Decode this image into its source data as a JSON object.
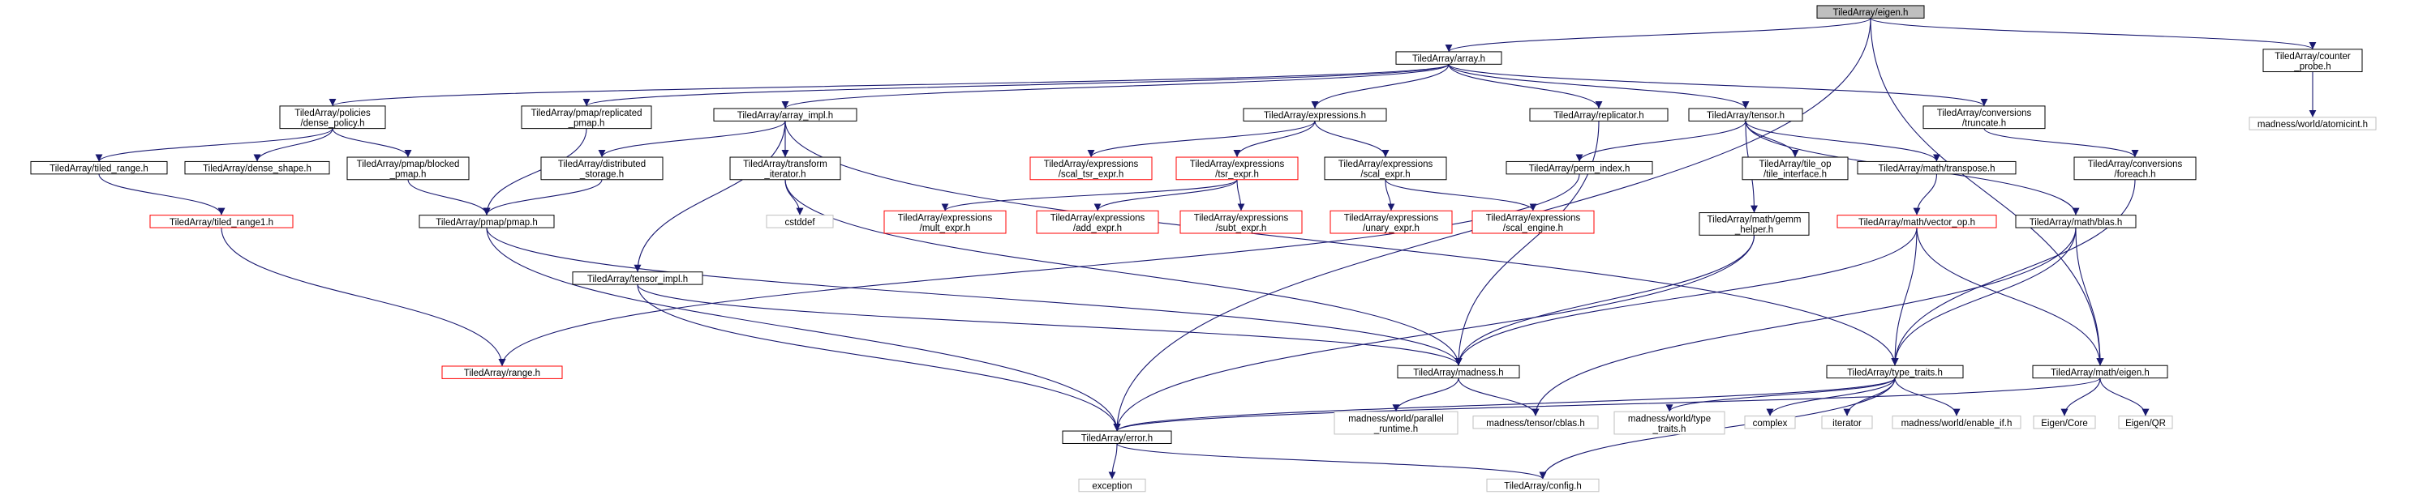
{
  "colors": {
    "background": "#ffffff",
    "edge": "#191970",
    "node_border_normal": "#000000",
    "node_border_missing": "#ff0000",
    "node_border_external": "#bfbfbf",
    "root_fill": "#bfbfbf"
  },
  "nodes": [
    {
      "id": "eigen_h",
      "lines": [
        "TiledArray/eigen.h"
      ],
      "kind": "root"
    },
    {
      "id": "array_h",
      "lines": [
        "TiledArray/array.h"
      ],
      "kind": "normal"
    },
    {
      "id": "counter_probe",
      "lines": [
        "TiledArray/counter",
        "_probe.h"
      ],
      "kind": "normal"
    },
    {
      "id": "atomicint",
      "lines": [
        "madness/world/atomicint.h"
      ],
      "kind": "external"
    },
    {
      "id": "dense_policy",
      "lines": [
        "TiledArray/policies",
        "/dense_policy.h"
      ],
      "kind": "normal"
    },
    {
      "id": "pmap_replicated",
      "lines": [
        "TiledArray/pmap/replicated",
        "_pmap.h"
      ],
      "kind": "normal"
    },
    {
      "id": "array_impl",
      "lines": [
        "TiledArray/array_impl.h"
      ],
      "kind": "normal"
    },
    {
      "id": "expressions_h",
      "lines": [
        "TiledArray/expressions.h"
      ],
      "kind": "normal"
    },
    {
      "id": "replicator",
      "lines": [
        "TiledArray/replicator.h"
      ],
      "kind": "normal"
    },
    {
      "id": "tensor_h",
      "lines": [
        "TiledArray/tensor.h"
      ],
      "kind": "normal"
    },
    {
      "id": "conv_truncate",
      "lines": [
        "TiledArray/conversions",
        "/truncate.h"
      ],
      "kind": "normal"
    },
    {
      "id": "tiled_range",
      "lines": [
        "TiledArray/tiled_range.h"
      ],
      "kind": "normal"
    },
    {
      "id": "dense_shape",
      "lines": [
        "TiledArray/dense_shape.h"
      ],
      "kind": "normal"
    },
    {
      "id": "pmap_blocked",
      "lines": [
        "TiledArray/pmap/blocked",
        "_pmap.h"
      ],
      "kind": "normal"
    },
    {
      "id": "dist_storage",
      "lines": [
        "TiledArray/distributed",
        "_storage.h"
      ],
      "kind": "normal"
    },
    {
      "id": "transform_iter",
      "lines": [
        "TiledArray/transform",
        "_iterator.h"
      ],
      "kind": "normal"
    },
    {
      "id": "scal_tsr_expr",
      "lines": [
        "TiledArray/expressions",
        "/scal_tsr_expr.h"
      ],
      "kind": "missing"
    },
    {
      "id": "tsr_expr",
      "lines": [
        "TiledArray/expressions",
        "/tsr_expr.h"
      ],
      "kind": "missing"
    },
    {
      "id": "scal_expr",
      "lines": [
        "TiledArray/expressions",
        "/scal_expr.h"
      ],
      "kind": "normal"
    },
    {
      "id": "perm_index",
      "lines": [
        "TiledArray/perm_index.h"
      ],
      "kind": "normal"
    },
    {
      "id": "tile_interface",
      "lines": [
        "TiledArray/tile_op",
        "/tile_interface.h"
      ],
      "kind": "normal"
    },
    {
      "id": "math_transpose",
      "lines": [
        "TiledArray/math/transpose.h"
      ],
      "kind": "normal"
    },
    {
      "id": "conv_foreach",
      "lines": [
        "TiledArray/conversions",
        "/foreach.h"
      ],
      "kind": "normal"
    },
    {
      "id": "tiled_range1",
      "lines": [
        "TiledArray/tiled_range1.h"
      ],
      "kind": "missing"
    },
    {
      "id": "pmap_pmap",
      "lines": [
        "TiledArray/pmap/pmap.h"
      ],
      "kind": "normal"
    },
    {
      "id": "cstddef",
      "lines": [
        "cstddef"
      ],
      "kind": "external"
    },
    {
      "id": "mult_expr",
      "lines": [
        "TiledArray/expressions",
        "/mult_expr.h"
      ],
      "kind": "missing"
    },
    {
      "id": "add_expr",
      "lines": [
        "TiledArray/expressions",
        "/add_expr.h"
      ],
      "kind": "missing"
    },
    {
      "id": "subt_expr",
      "lines": [
        "TiledArray/expressions",
        "/subt_expr.h"
      ],
      "kind": "missing"
    },
    {
      "id": "unary_expr",
      "lines": [
        "TiledArray/expressions",
        "/unary_expr.h"
      ],
      "kind": "missing"
    },
    {
      "id": "scal_engine",
      "lines": [
        "TiledArray/expressions",
        "/scal_engine.h"
      ],
      "kind": "missing"
    },
    {
      "id": "math_gemm",
      "lines": [
        "TiledArray/math/gemm",
        "_helper.h"
      ],
      "kind": "normal"
    },
    {
      "id": "vector_op",
      "lines": [
        "TiledArray/math/vector_op.h"
      ],
      "kind": "missing"
    },
    {
      "id": "math_blas",
      "lines": [
        "TiledArray/math/blas.h"
      ],
      "kind": "normal"
    },
    {
      "id": "tensor_impl",
      "lines": [
        "TiledArray/tensor_impl.h"
      ],
      "kind": "normal"
    },
    {
      "id": "range_h",
      "lines": [
        "TiledArray/range.h"
      ],
      "kind": "missing"
    },
    {
      "id": "madness_h",
      "lines": [
        "TiledArray/madness.h"
      ],
      "kind": "normal"
    },
    {
      "id": "type_traits",
      "lines": [
        "TiledArray/type_traits.h"
      ],
      "kind": "normal"
    },
    {
      "id": "math_eigen",
      "lines": [
        "TiledArray/math/eigen.h"
      ],
      "kind": "normal"
    },
    {
      "id": "error_h",
      "lines": [
        "TiledArray/error.h"
      ],
      "kind": "normal"
    },
    {
      "id": "parallel_runtime",
      "lines": [
        "madness/world/parallel",
        "_runtime.h"
      ],
      "kind": "external"
    },
    {
      "id": "cblas",
      "lines": [
        "madness/tensor/cblas.h"
      ],
      "kind": "external"
    },
    {
      "id": "world_type_traits",
      "lines": [
        "madness/world/type",
        "_traits.h"
      ],
      "kind": "external"
    },
    {
      "id": "complex",
      "lines": [
        "complex"
      ],
      "kind": "external"
    },
    {
      "id": "iterator",
      "lines": [
        "iterator"
      ],
      "kind": "external"
    },
    {
      "id": "enable_if",
      "lines": [
        "madness/world/enable_if.h"
      ],
      "kind": "external"
    },
    {
      "id": "eigen_core",
      "lines": [
        "Eigen/Core"
      ],
      "kind": "external"
    },
    {
      "id": "eigen_qr",
      "lines": [
        "Eigen/QR"
      ],
      "kind": "external"
    },
    {
      "id": "exception",
      "lines": [
        "exception"
      ],
      "kind": "external"
    },
    {
      "id": "config_h",
      "lines": [
        "TiledArray/config.h"
      ],
      "kind": "external"
    }
  ],
  "edges": [
    [
      "eigen_h",
      "array_h"
    ],
    [
      "eigen_h",
      "counter_probe"
    ],
    [
      "eigen_h",
      "math_eigen"
    ],
    [
      "eigen_h",
      "error_h"
    ],
    [
      "counter_probe",
      "atomicint"
    ],
    [
      "array_h",
      "dense_policy"
    ],
    [
      "array_h",
      "pmap_replicated"
    ],
    [
      "array_h",
      "array_impl"
    ],
    [
      "array_h",
      "expressions_h"
    ],
    [
      "array_h",
      "replicator"
    ],
    [
      "array_h",
      "tensor_h"
    ],
    [
      "array_h",
      "conv_truncate"
    ],
    [
      "dense_policy",
      "tiled_range"
    ],
    [
      "dense_policy",
      "dense_shape"
    ],
    [
      "dense_policy",
      "pmap_blocked"
    ],
    [
      "tiled_range",
      "tiled_range1"
    ],
    [
      "tiled_range1",
      "range_h"
    ],
    [
      "pmap_blocked",
      "pmap_pmap"
    ],
    [
      "pmap_replicated",
      "pmap_pmap"
    ],
    [
      "pmap_pmap",
      "madness_h"
    ],
    [
      "pmap_pmap",
      "error_h"
    ],
    [
      "array_impl",
      "dist_storage"
    ],
    [
      "array_impl",
      "transform_iter"
    ],
    [
      "array_impl",
      "tensor_impl"
    ],
    [
      "array_impl",
      "type_traits"
    ],
    [
      "dist_storage",
      "pmap_pmap"
    ],
    [
      "transform_iter",
      "cstddef"
    ],
    [
      "transform_iter",
      "madness_h"
    ],
    [
      "tensor_impl",
      "madness_h"
    ],
    [
      "tensor_impl",
      "error_h"
    ],
    [
      "expressions_h",
      "scal_tsr_expr"
    ],
    [
      "expressions_h",
      "tsr_expr"
    ],
    [
      "expressions_h",
      "scal_expr"
    ],
    [
      "tsr_expr",
      "mult_expr"
    ],
    [
      "tsr_expr",
      "add_expr"
    ],
    [
      "tsr_expr",
      "subt_expr"
    ],
    [
      "scal_expr",
      "unary_expr"
    ],
    [
      "scal_expr",
      "scal_engine"
    ],
    [
      "replicator",
      "madness_h"
    ],
    [
      "tensor_h",
      "perm_index"
    ],
    [
      "tensor_h",
      "tile_interface"
    ],
    [
      "tensor_h",
      "math_transpose"
    ],
    [
      "tensor_h",
      "math_gemm"
    ],
    [
      "tensor_h",
      "math_blas"
    ],
    [
      "perm_index",
      "range_h"
    ],
    [
      "math_transpose",
      "vector_op"
    ],
    [
      "vector_op",
      "madness_h"
    ],
    [
      "vector_op",
      "type_traits"
    ],
    [
      "vector_op",
      "math_eigen"
    ],
    [
      "math_gemm",
      "madness_h"
    ],
    [
      "math_gemm",
      "error_h"
    ],
    [
      "math_blas",
      "type_traits"
    ],
    [
      "math_blas",
      "math_eigen"
    ],
    [
      "math_blas",
      "cblas"
    ],
    [
      "conv_truncate",
      "conv_foreach"
    ],
    [
      "conv_foreach",
      "type_traits"
    ],
    [
      "madness_h",
      "parallel_runtime"
    ],
    [
      "madness_h",
      "cblas"
    ],
    [
      "type_traits",
      "world_type_traits"
    ],
    [
      "type_traits",
      "complex"
    ],
    [
      "type_traits",
      "iterator"
    ],
    [
      "type_traits",
      "enable_if"
    ],
    [
      "type_traits",
      "config_h"
    ],
    [
      "type_traits",
      "error_h"
    ],
    [
      "math_eigen",
      "eigen_core"
    ],
    [
      "math_eigen",
      "eigen_qr"
    ],
    [
      "math_eigen",
      "error_h"
    ],
    [
      "error_h",
      "exception"
    ],
    [
      "error_h",
      "config_h"
    ]
  ]
}
